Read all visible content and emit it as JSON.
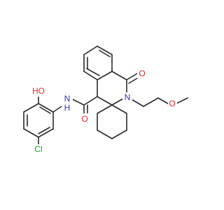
{
  "atoms": {
    "hydroxyl": "HO",
    "amide_nh": "N\nH",
    "amide_nh_n": "N",
    "amide_nh_h": "H",
    "carbonyl_o_amide": "O",
    "chloro": "Cl",
    "lactam_o": "O",
    "ring_n": "N",
    "ether_o": "O"
  },
  "colors": {
    "carbon_bond": "#2b2b2b",
    "oxygen": "#e8261e",
    "nitrogen": "#2637c8",
    "chlorine": "#1f9d1f"
  }
}
